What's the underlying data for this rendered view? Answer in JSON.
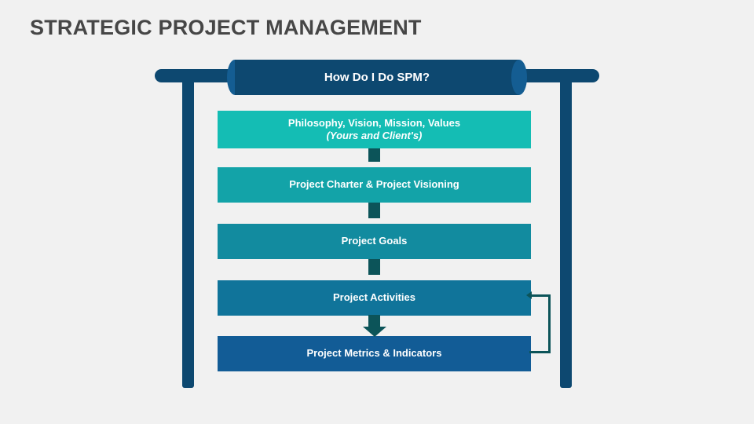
{
  "page": {
    "title": "STRATEGIC PROJECT MANAGEMENT",
    "background_color": "#f1f1f1",
    "title_color": "#464646"
  },
  "header": {
    "label": "How Do I Do SPM?",
    "body_color": "#0d4870",
    "cap_color": "#145d92",
    "text_color": "#ffffff"
  },
  "frame": {
    "rail_color": "#0d4870",
    "post_color": "#0d4870"
  },
  "connector": {
    "color": "#0c5459"
  },
  "flow": {
    "steps": [
      {
        "id": "philosophy-vision-mission-values",
        "line1": "Philosophy, Vision, Mission, Values",
        "line2": "(Yours and Client's)",
        "color": "#14bdb4"
      },
      {
        "id": "project-charter-visioning",
        "line1": "Project Charter & Project Visioning",
        "line2": "",
        "color": "#13a3a8"
      },
      {
        "id": "project-goals",
        "line1": "Project Goals",
        "line2": "",
        "color": "#128b9f"
      },
      {
        "id": "project-activities",
        "line1": "Project Activities",
        "line2": "",
        "color": "#10749a"
      },
      {
        "id": "project-metrics-indicators",
        "line1": "Project Metrics & Indicators",
        "line2": "",
        "color": "#125c96"
      }
    ]
  },
  "feedback_loop": {
    "from": "Project Metrics & Indicators",
    "to": "Project Activities",
    "color": "#0c5459"
  }
}
